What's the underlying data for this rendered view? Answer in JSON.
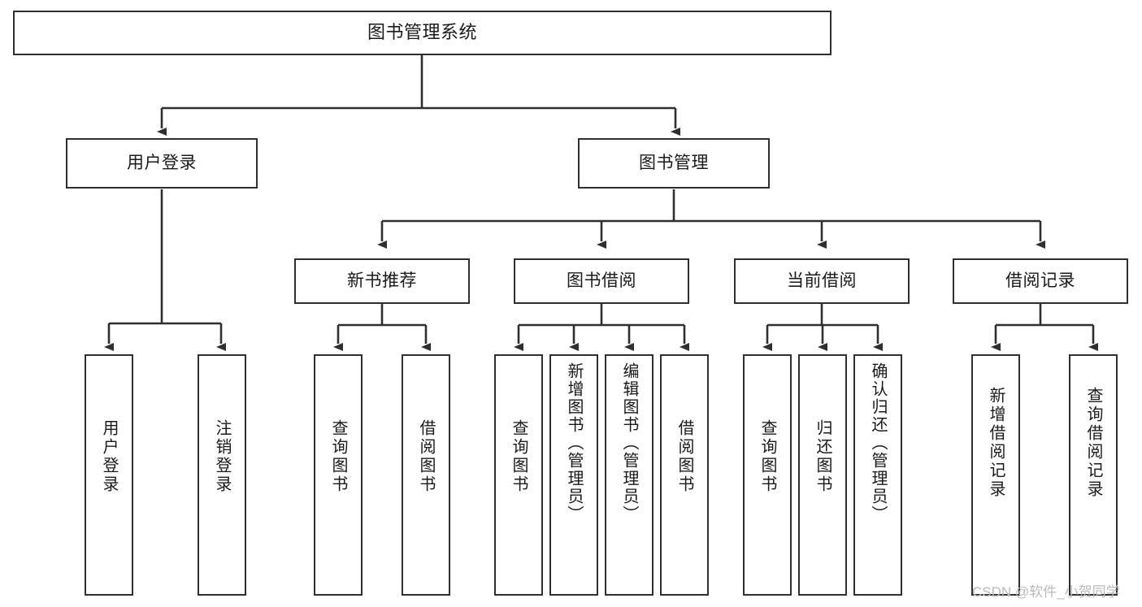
{
  "diagram": {
    "type": "tree",
    "title": "图书管理系统",
    "orientation": "top-down",
    "edge_color": "#2f2f2f",
    "box_border_color": "#2f2f2f",
    "box_fill_color": "#ffffff",
    "text_color": "#1a1a1a",
    "watermark": "CSDN @软件_小贺同学",
    "levels": {
      "root": {
        "label": "图书管理系统"
      },
      "level2": [
        {
          "label": "用户登录"
        },
        {
          "label": "图书管理"
        }
      ],
      "level3": [
        {
          "label": "新书推荐"
        },
        {
          "label": "图书借阅"
        },
        {
          "label": "当前借阅"
        },
        {
          "label": "借阅记录"
        }
      ],
      "leaves": {
        "user_login": [
          {
            "label": "用户登录"
          },
          {
            "label": "注销登录"
          }
        ],
        "new_book_recommend": [
          {
            "label": "查询图书"
          },
          {
            "label": "借阅图书"
          }
        ],
        "book_borrow": [
          {
            "label": "查询图书"
          },
          {
            "label": "新增图书（管理员）"
          },
          {
            "label": "编辑图书（管理员）"
          },
          {
            "label": "借阅图书"
          }
        ],
        "current_borrow": [
          {
            "label": "查询图书"
          },
          {
            "label": "归还图书"
          },
          {
            "label": "确认归还（管理员）"
          }
        ],
        "borrow_record": [
          {
            "label": "新增借阅记录"
          },
          {
            "label": "查询借阅记录"
          }
        ]
      }
    }
  }
}
